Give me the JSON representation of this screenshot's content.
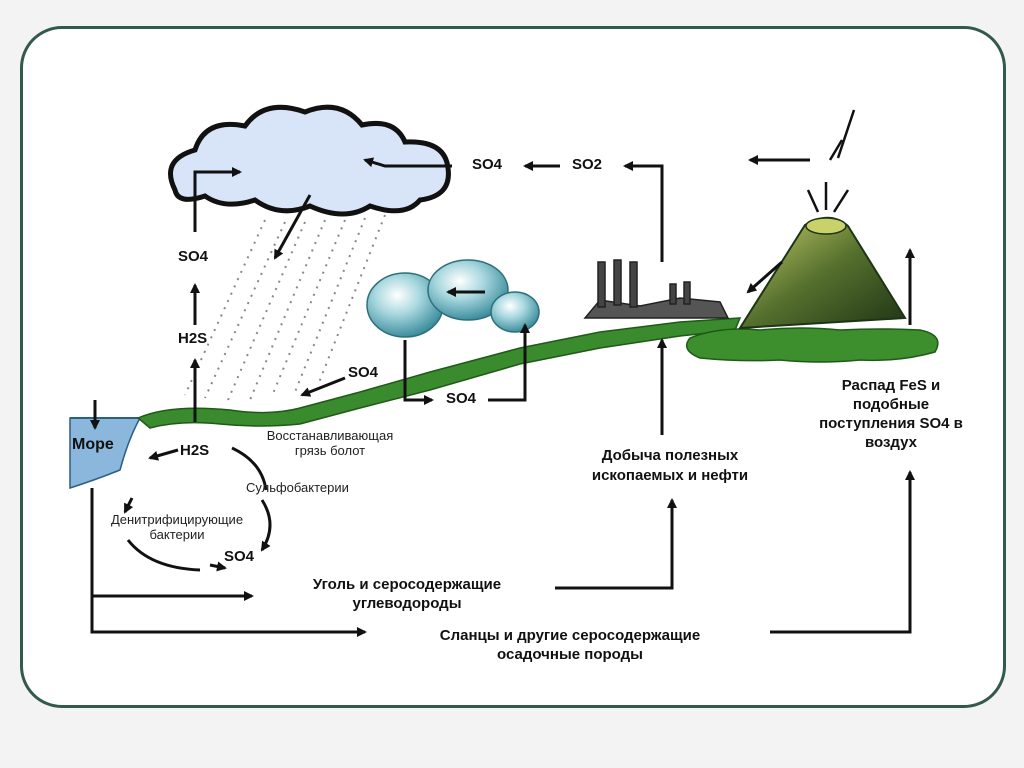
{
  "labels": {
    "sea": "Море",
    "so4_cloud_in": "SO4",
    "so2_air": "SO2",
    "so4_left": "SO4",
    "h2s_air": "H2S",
    "so4_slope": "SO4",
    "so4_lakes": "SO4",
    "h2s_soil": "H2S",
    "swamp": "Восстанавливающая\nгрязь болот",
    "sulfobacteria": "Сульфобактерии",
    "denitrifying": "Денитрифицирующие\nбактерии",
    "so4_soil": "SO4",
    "mining": "Добыча полезных\nископаемых и нефти",
    "fes": "Распад FeS и\nподобные\nпоступления SO4 в\nвоздух",
    "coal": "Уголь и серосодержащие\nуглеводороды",
    "shale": "Сланцы и другие серосодержащие\nосадочные породы"
  },
  "colors": {
    "frame_border": "#33584d",
    "cloud": "#d8e4f7",
    "water": "#8ab7db",
    "grass": "#3a8a2e",
    "volcano": "#3e5a2a",
    "factory": "#444444",
    "arrow": "#111111"
  },
  "icons": [
    "cloud-icon",
    "rain-icon",
    "lake-drops-icon",
    "factory-icon",
    "volcano-icon",
    "sea-icon"
  ]
}
